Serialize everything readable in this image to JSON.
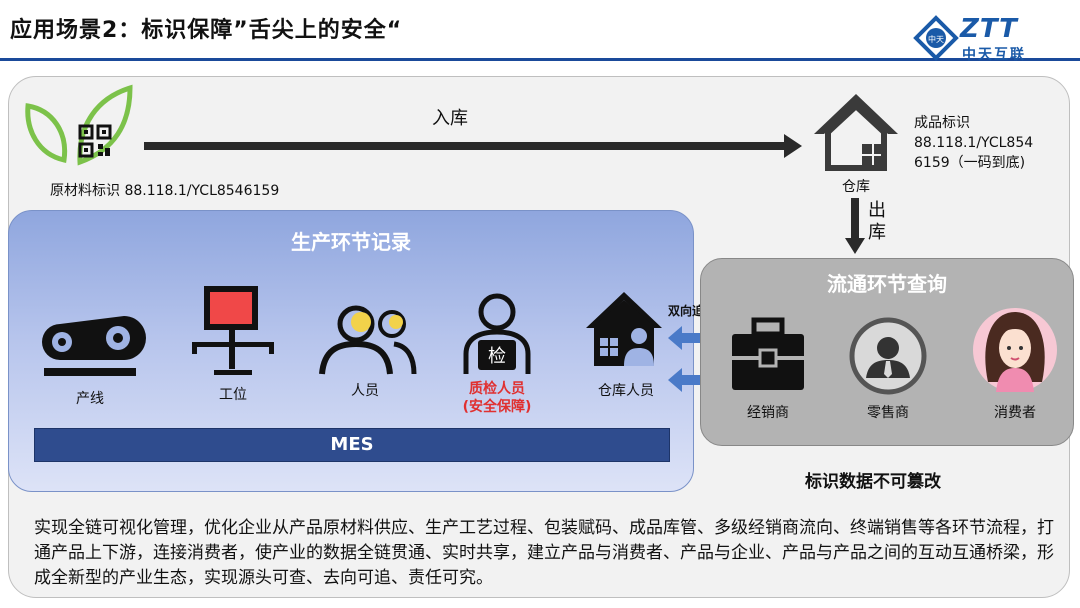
{
  "header": {
    "title": "应用场景2：标识保障”舌尖上的安全“",
    "logo_text": "ZTT",
    "logo_sub": "中天互联",
    "logo_badge": "中天"
  },
  "flow": {
    "raw_label": "原材料标识 88.118.1/YCL8546159",
    "inbound": "入库",
    "warehouse": "仓库",
    "finished_label_1": "成品标识",
    "finished_label_2": "88.118.1/YCL854",
    "finished_label_3": "6159（一码到底)",
    "outbound_1": "出",
    "outbound_2": "库",
    "bidirectional": "双向追溯"
  },
  "production": {
    "title": "生产环节记录",
    "items": {
      "line": "产线",
      "station": "工位",
      "staff": "人员",
      "qc_1": "质检人员",
      "qc_2": "(安全保障)",
      "qc_badge": "检",
      "warehouse_staff": "仓库人员"
    },
    "mes": "MES"
  },
  "circulation": {
    "title": "流通环节查询",
    "items": {
      "dealer": "经销商",
      "retailer": "零售商",
      "consumer": "消费者"
    }
  },
  "tamper_note": "标识数据不可篡改",
  "paragraph": "实现全链可视化管理，优化企业从产品原材料供应、生产工艺过程、包装赋码、成品库管、多级经销商流向、终端销售等各环节流程，打通产品上下游，连接消费者，使产业的数据全链贯通、实时共享，建立产品与消费者、产品与企业、产品与产品之间的互动互通桥梁，形成全新型的产业生态，实现源头可查、去向可追、责任可究。",
  "colors": {
    "brand_blue": "#1a5aa8",
    "production_bg": "#9fb3e4",
    "circulation_bg": "#b3b3b3",
    "mes_bg": "#2f4c8e",
    "qc_red": "#e03030",
    "arrow_blue": "#4a7ac8",
    "leaf_green": "#7cc24a"
  }
}
